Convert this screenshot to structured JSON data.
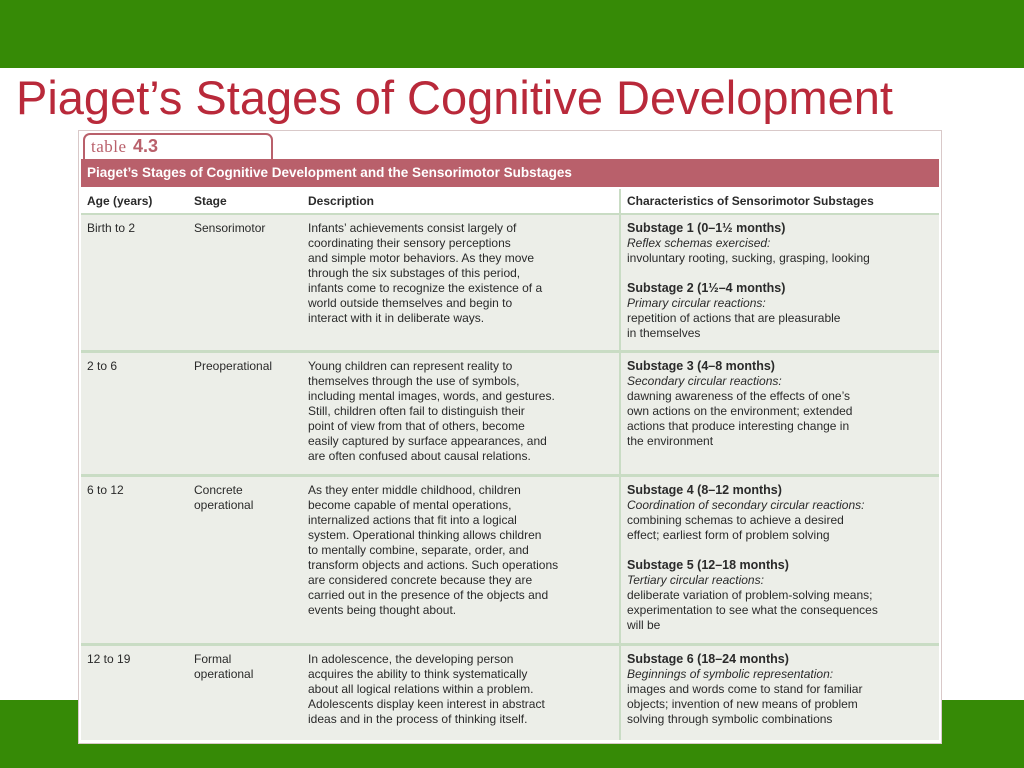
{
  "slide": {
    "title": "Piaget’s Stages of Cognitive Development"
  },
  "colors": {
    "green_bar": "#368a06",
    "title_red": "#b9293a",
    "table_rose": "#b9606b",
    "row_bg": "#eceee8",
    "rule_green": "#c9dcc4"
  },
  "table": {
    "tab_label": "table",
    "tab_number": "4.3",
    "caption": "Piaget’s Stages of Cognitive Development and the Sensorimotor Substages",
    "headers": [
      "Age (years)",
      "Stage",
      "Description",
      "Characteristics of Sensorimotor Substages"
    ],
    "rows": [
      {
        "age": "Birth to 2",
        "stage": [
          "Sensorimotor"
        ],
        "description": [
          "Infants’ achievements consist largely of",
          "coordinating their sensory perceptions",
          "and simple motor behaviors. As they move",
          "through the six substages of this period,",
          "infants come to recognize the existence of a",
          "world outside themselves and begin to",
          "interact with it in deliberate ways."
        ],
        "substages": [
          {
            "title": "Substage 1 (0–1½ months)",
            "name": "Reflex schemas exercised:",
            "lines": [
              "involuntary rooting, sucking, grasping, looking"
            ]
          },
          {
            "title": "Substage 2 (1½–4 months)",
            "name": "Primary circular reactions:",
            "lines": [
              "repetition of actions that are pleasurable",
              "in themselves"
            ]
          }
        ]
      },
      {
        "age": "2 to 6",
        "stage": [
          "Preoperational"
        ],
        "description": [
          "Young children can represent reality to",
          "themselves through the use of symbols,",
          "including mental images, words, and gestures.",
          "Still, children often fail to distinguish their",
          "point of view from that of others, become",
          "easily captured by surface appearances, and",
          "are often confused about causal relations."
        ],
        "substages": [
          {
            "title": "Substage 3 (4–8 months)",
            "name": "Secondary circular reactions:",
            "lines": [
              "dawning awareness of the effects of one’s",
              "own actions on the environment; extended",
              "actions that produce interesting change in",
              "the environment"
            ]
          }
        ]
      },
      {
        "age": "6 to 12",
        "stage": [
          "Concrete",
          "operational"
        ],
        "description": [
          "As they enter middle childhood, children",
          "become capable of mental operations,",
          "internalized actions that fit into a logical",
          "system. Operational thinking allows children",
          "to mentally combine, separate, order, and",
          "transform objects and actions. Such operations",
          "are considered concrete because they are",
          "carried out in the presence of the objects and",
          "events being thought about."
        ],
        "substages": [
          {
            "title": "Substage 4 (8–12 months)",
            "name": "Coordination of secondary circular reactions:",
            "lines": [
              "combining schemas to achieve a desired",
              "effect; earliest form of problem solving"
            ]
          },
          {
            "title": "Substage 5 (12–18 months)",
            "name": "Tertiary circular reactions:",
            "lines": [
              "deliberate variation of problem-solving means;",
              "experimentation to see what the consequences",
              "will be"
            ]
          }
        ]
      },
      {
        "age": "12 to 19",
        "stage": [
          "Formal",
          "operational"
        ],
        "description": [
          "In adolescence, the developing person",
          "acquires the ability to think systematically",
          "about all logical relations within a problem.",
          "Adolescents display keen interest in abstract",
          "ideas and in the process of thinking itself."
        ],
        "substages": [
          {
            "title": "Substage 6 (18–24 months)",
            "name": "Beginnings of symbolic representation:",
            "lines": [
              "images and words come to stand for familiar",
              "objects; invention of new means of problem",
              "solving through symbolic combinations"
            ]
          }
        ]
      }
    ]
  }
}
